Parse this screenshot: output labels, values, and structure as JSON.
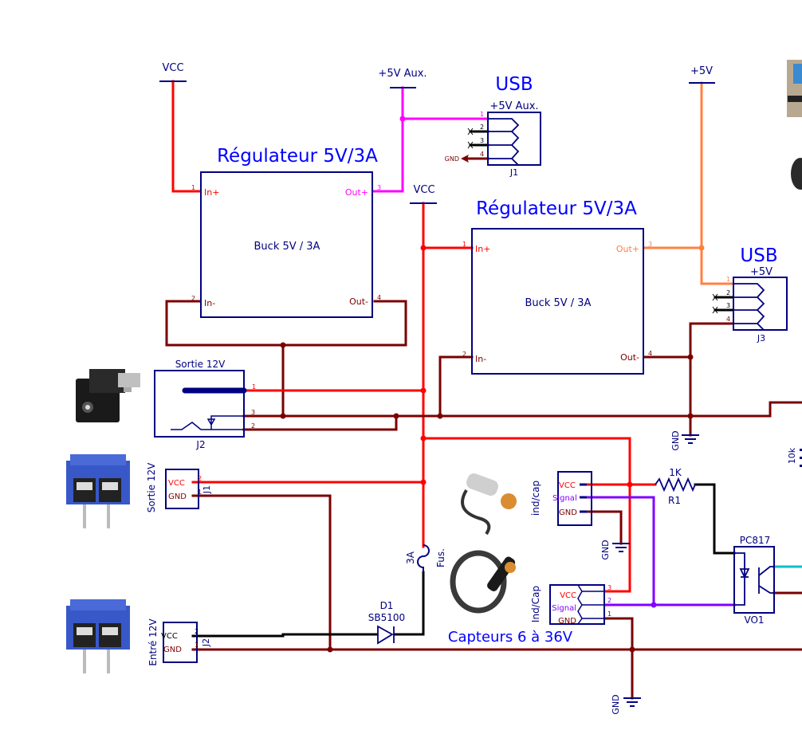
{
  "colors": {
    "vcc": "#ff0000",
    "gnd": "#7a0000",
    "aux5v": "#ff00ff",
    "main5v": "#ff8040",
    "signal": "#8000ff",
    "black": "#000000",
    "outline": "#000080",
    "title": "#0000ff",
    "output": "#00c0d0"
  },
  "power_labels": {
    "vcc_top": "VCC",
    "aux5v": "+5V Aux.",
    "vcc_mid": "VCC",
    "main5v": "+5V"
  },
  "regulator1": {
    "title": "Régulateur 5V/3A",
    "body": "Buck 5V / 3A",
    "pins": [
      {
        "num": "1",
        "name": "In+"
      },
      {
        "num": "2",
        "name": "In-"
      },
      {
        "num": "3",
        "name": "Out+"
      },
      {
        "num": "4",
        "name": "Out-"
      }
    ]
  },
  "regulator2": {
    "title": "Régulateur 5V/3A",
    "body": "Buck 5V / 3A",
    "pins": [
      {
        "num": "1",
        "name": "In+"
      },
      {
        "num": "2",
        "name": "In-"
      },
      {
        "num": "3",
        "name": "Out+"
      },
      {
        "num": "4",
        "name": "Out-"
      }
    ]
  },
  "usb1": {
    "title": "USB",
    "value": "+5V Aux.",
    "ref": "J1",
    "pins": [
      "1",
      "2",
      "3",
      "4"
    ],
    "gnd_label": "GND"
  },
  "usb2": {
    "title": "USB",
    "value": "+5V",
    "ref": "J3",
    "pins": [
      "1",
      "2",
      "3",
      "4"
    ]
  },
  "jack": {
    "title": "Sortie 12V",
    "ref": "J2",
    "pins": [
      "1",
      "3",
      "2"
    ]
  },
  "out_terminal": {
    "label": "Sortie 12V",
    "ref": "J1",
    "pins": [
      {
        "num": "2",
        "name": "VCC"
      },
      {
        "num": "1",
        "name": "GND"
      }
    ]
  },
  "in_terminal": {
    "label": "Entré 12V",
    "ref": "J2",
    "pins": [
      {
        "num": "2",
        "name": "VCC"
      },
      {
        "num": "1",
        "name": "GND"
      }
    ]
  },
  "fuse": {
    "value": "3A",
    "label": "Fus."
  },
  "diode": {
    "ref": "D1",
    "value": "SB5100"
  },
  "sensor1": {
    "label": "ind/cap",
    "pins": [
      "VCC",
      "Signal",
      "GND"
    ]
  },
  "sensor2": {
    "label": "Ind/Cap",
    "pins": [
      {
        "num": "3",
        "name": "VCC"
      },
      {
        "num": "2",
        "name": "Signal"
      },
      {
        "num": "1",
        "name": "GND"
      }
    ]
  },
  "sensors_caption": "Capteurs 6 à 36V",
  "resistor": {
    "value": "1K",
    "ref": "R1"
  },
  "optocoupler": {
    "value": "PC817",
    "ref": "VO1"
  },
  "gnd_symbols": [
    "GND",
    "GND",
    "GND"
  ],
  "partial_right": {
    "resistor_value": "10k"
  }
}
